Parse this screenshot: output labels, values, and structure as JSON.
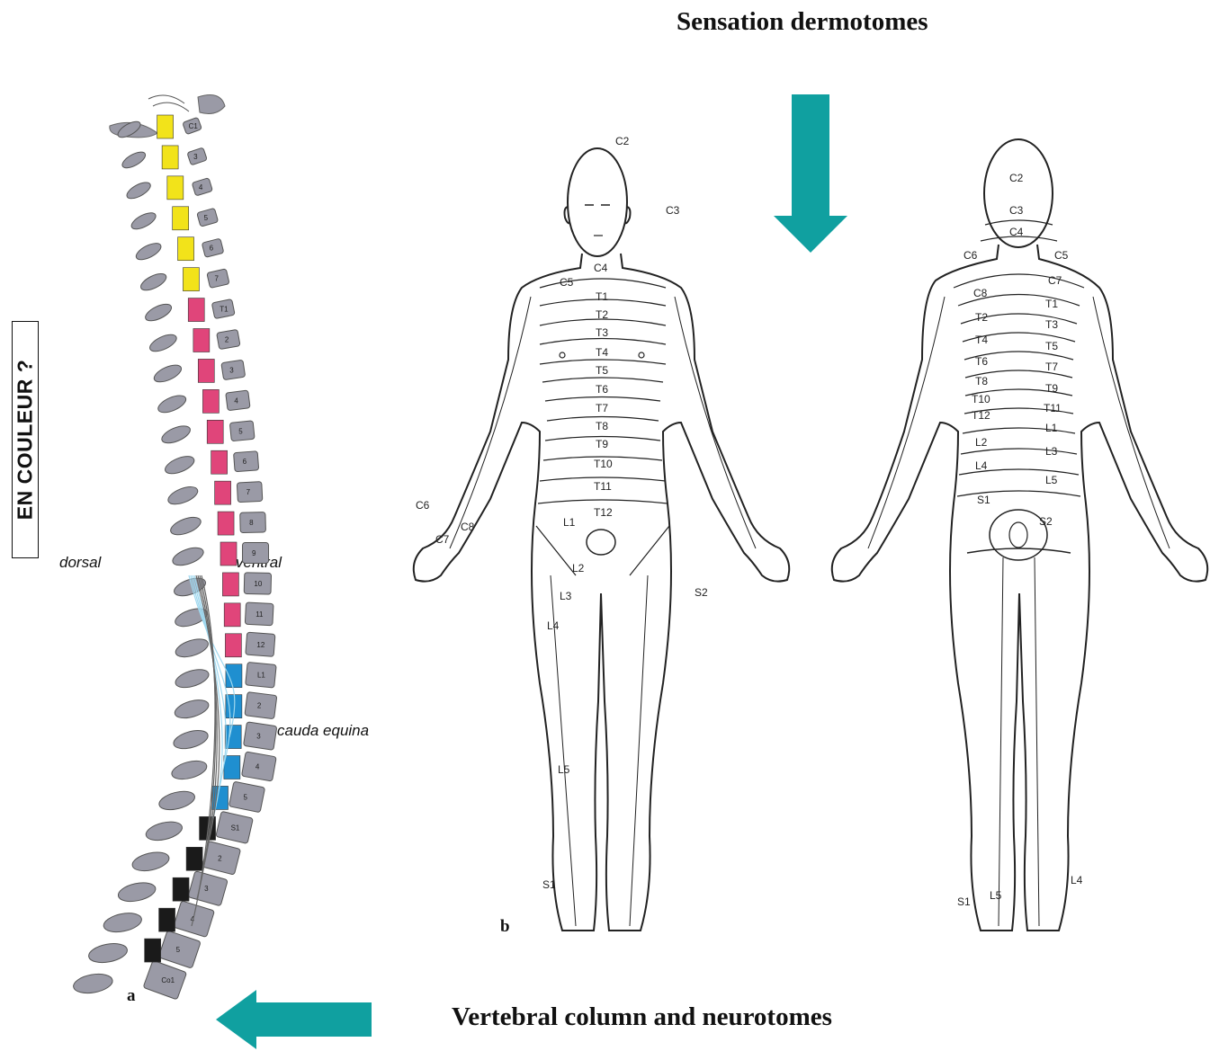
{
  "titles": {
    "top": "Sensation dermotomes",
    "bottom": "Vertebral column and neurotomes"
  },
  "side_label": "EN COULEUR ?",
  "panel_a": {
    "letter": "a",
    "dorsal": "dorsal",
    "ventral": "ventral",
    "cauda": "cauda equina",
    "segment_colors": {
      "cervical": "#f2e31a",
      "thoracic": "#e0457a",
      "lumbar": "#1f8fd0",
      "sacral": "#1a1a1a",
      "roots": "#9fd8ef",
      "bone": "#9a9aa6"
    },
    "vertebra_labels": [
      "C1",
      "3",
      "4",
      "5",
      "6",
      "7",
      "T1",
      "2",
      "3",
      "4",
      "5",
      "6",
      "7",
      "8",
      "9",
      "10",
      "11",
      "12",
      "L1",
      "2",
      "3",
      "4",
      "5",
      "S1",
      "2",
      "3",
      "4",
      "5",
      "Co1"
    ]
  },
  "panel_b": {
    "letter": "b",
    "front_labels": [
      "C2",
      "C3",
      "C4",
      "C5",
      "T1",
      "T2",
      "T3",
      "T4",
      "T5",
      "T6",
      "T7",
      "T8",
      "T9",
      "T10",
      "T11",
      "T12",
      "L1",
      "L2",
      "L3",
      "L4",
      "L5",
      "S1",
      "S2",
      "C6",
      "C7",
      "C8"
    ],
    "back_labels": [
      "C2",
      "C3",
      "C4",
      "C5",
      "C6",
      "C7",
      "C8",
      "T1",
      "T2",
      "T3",
      "T4",
      "T5",
      "T6",
      "T7",
      "T8",
      "T9",
      "T10",
      "T11",
      "T12",
      "L1",
      "L2",
      "L3",
      "L4",
      "L5",
      "S1",
      "S2",
      "L4",
      "S1",
      "L5"
    ]
  },
  "arrow_color": "#10a0a0"
}
